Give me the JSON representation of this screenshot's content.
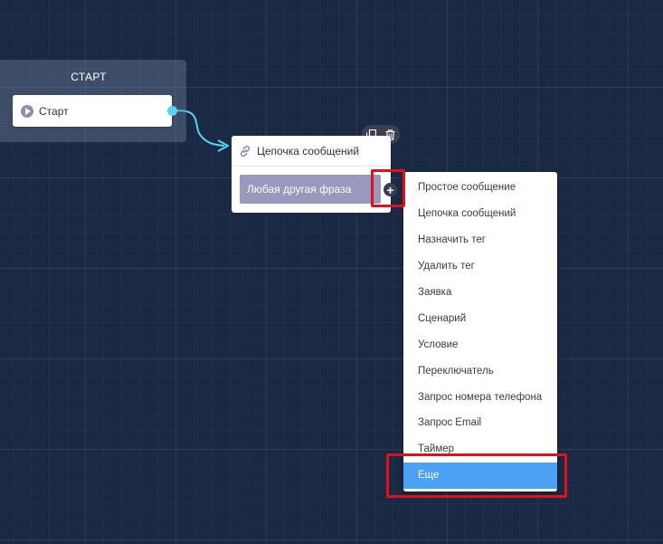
{
  "start_group": {
    "title": "СТАРТ",
    "node_label": "Старт"
  },
  "chain_node": {
    "title": "Цепочка сообщений",
    "phrase": "Любая другая фраза",
    "add_symbol": "+"
  },
  "toolbar": {
    "icons": [
      "copy-icon",
      "trash-icon"
    ]
  },
  "menu": {
    "items": [
      "Простое сообщение",
      "Цепочка сообщений",
      "Назначить тег",
      "Удалить тег",
      "Заявка",
      "Сценарий",
      "Условие",
      "Переключатель",
      "Запрос номера телефона",
      "Запрос Email",
      "Таймер",
      "Еще"
    ],
    "active_item": "Еще"
  },
  "colors": {
    "background": "#1b2a44",
    "connector": "#4fd6f5",
    "phrase_bg": "#9799bd",
    "menu_active": "#4ba1f5",
    "highlight": "#e0111b"
  }
}
